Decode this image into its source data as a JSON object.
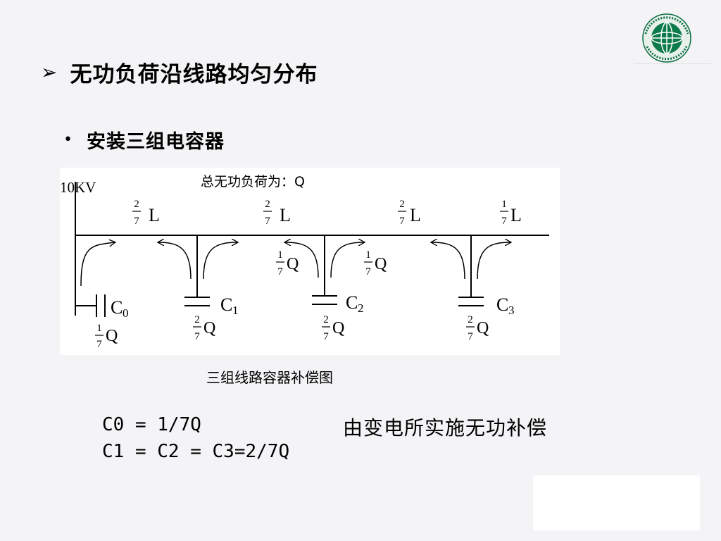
{
  "slide": {
    "heading_marker": "➢",
    "heading": "无功负荷沿线路均匀分布",
    "bullet_marker": "•",
    "bullet": "安装三组电容器",
    "caption": "三组线路容器补偿图",
    "formula_c0": "C0 = 1/7Q",
    "formula_rest": "C1 = C2 = C3=2/7Q",
    "note": "由变电所实施无功补偿"
  },
  "logo": {
    "icon": "state-grid-logo-icon"
  },
  "diagram": {
    "voltage": "10KV",
    "title": "总无功负荷为：Q",
    "segments": [
      {
        "num": "2",
        "den": "7",
        "sym": "L"
      },
      {
        "num": "2",
        "den": "7",
        "sym": "L"
      },
      {
        "num": "2",
        "den": "7",
        "sym": "L"
      },
      {
        "num": "1",
        "den": "7",
        "sym": "L"
      }
    ],
    "flow_labels": [
      {
        "num": "1",
        "den": "7",
        "sym": "Q"
      },
      {
        "num": "1",
        "den": "7",
        "sym": "Q"
      }
    ],
    "capacitors": [
      {
        "label": "C",
        "sub": "0",
        "num": "1",
        "den": "7",
        "sym": "Q"
      },
      {
        "label": "C",
        "sub": "1",
        "num": "2",
        "den": "7",
        "sym": "Q"
      },
      {
        "label": "C",
        "sub": "2",
        "num": "2",
        "den": "7",
        "sym": "Q"
      },
      {
        "label": "C",
        "sub": "3",
        "num": "2",
        "den": "7",
        "sym": "Q"
      }
    ]
  }
}
